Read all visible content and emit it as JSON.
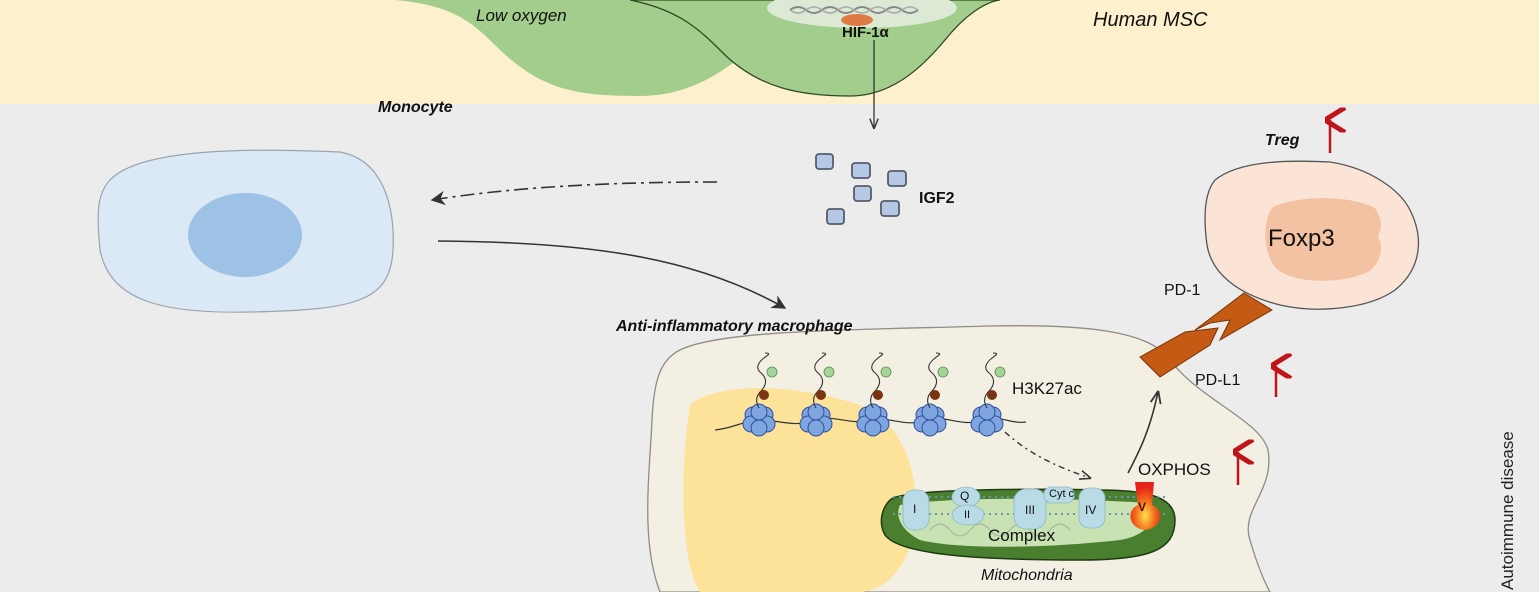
{
  "top_band": {
    "environment_label": "Low oxygen",
    "cell_label": "Human MSC",
    "factor_label": "HIF-1α"
  },
  "secreted": {
    "label": "IGF2",
    "particle_count": 6
  },
  "monocyte": {
    "label": "Monocyte"
  },
  "macrophage": {
    "label": "Anti-inflammatory macrophage",
    "histone_mark_label": "H3K27ac",
    "nucleosome_count": 5,
    "oxphos_label": "OXPHOS",
    "oxphos_change": "up",
    "pdl1_label": "PD-L1",
    "pdl1_change": "up",
    "mitochondria": {
      "label": "Mitochondria",
      "complex_label": "Complex",
      "complexes": [
        "I",
        "Q",
        "II",
        "III",
        "Cyt c",
        "IV",
        "V"
      ]
    }
  },
  "treg": {
    "label": "Treg",
    "change": "up",
    "nucleus_label": "Foxp3",
    "receptor_label": "PD-1"
  },
  "side_label": "Autoimmune disease",
  "colors": {
    "top_band": "#fdf0cd",
    "background": "#ececec",
    "msc_green": "#a3cd8c",
    "monocyte_fill": "#dbe8f5",
    "monocyte_nucleus": "#9dc2e6",
    "macrophage_fill": "#f4efe3",
    "macrophage_nucleus": "#fde29a",
    "treg_fill": "#fbe3d6",
    "treg_nucleus": "#f3c2a3",
    "pd_receptor": "#c45a13",
    "up_arrow": "#c0141b",
    "mito_outer": "#4a7f2f",
    "mito_inner": "#c8e2b4",
    "complex_blue": "#b9dbe7",
    "histone_blue": "#7fa5e0",
    "acetyl_green": "#a4d49a",
    "methyl_brown": "#7a3411"
  }
}
